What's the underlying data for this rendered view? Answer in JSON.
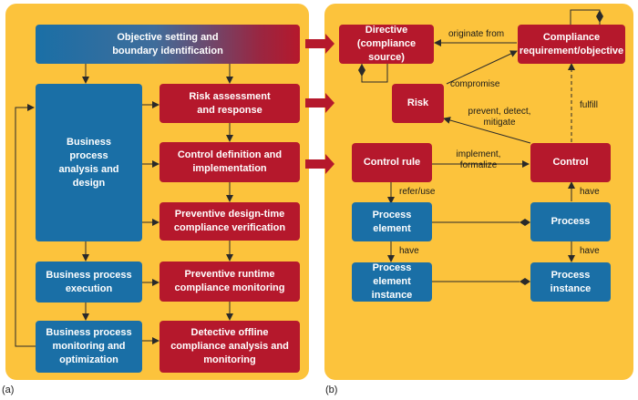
{
  "colors": {
    "panel": "#fcc33c",
    "red": "#b5182c",
    "blue": "#1a6fa6",
    "line": "#2a2a2a"
  },
  "left": {
    "caption": "(a)",
    "objective": "Objective setting and boundary identification",
    "risk": "Risk assessment and response",
    "control_def": "Control definition and implementation",
    "design_verif": "Preventive design-time compliance verification",
    "runtime_mon": "Preventive runtime compliance monitoring",
    "offline": "Detective offline compliance analysis and monitoring",
    "bp_design": "Business process analysis and design",
    "bp_exec": "Business process execution",
    "bp_monitor": "Business process monitoring and optimization"
  },
  "right": {
    "caption": "(b)",
    "directive": "Directive (compliance source)",
    "requirement": "Compliance requirement/objective",
    "risk": "Risk",
    "control_rule": "Control rule",
    "control": "Control",
    "process_element": "Process element",
    "process": "Process",
    "pe_instance": "Process element instance",
    "p_instance": "Process instance",
    "lbl_originate": "originate from",
    "lbl_compromise": "compromise",
    "lbl_prevent": "prevent, detect, mitigate",
    "lbl_fulfill": "fulfill",
    "lbl_implement": "implement, formalize",
    "lbl_refer": "refer/use",
    "lbl_have1": "have",
    "lbl_have2": "have",
    "lbl_have3": "have"
  }
}
